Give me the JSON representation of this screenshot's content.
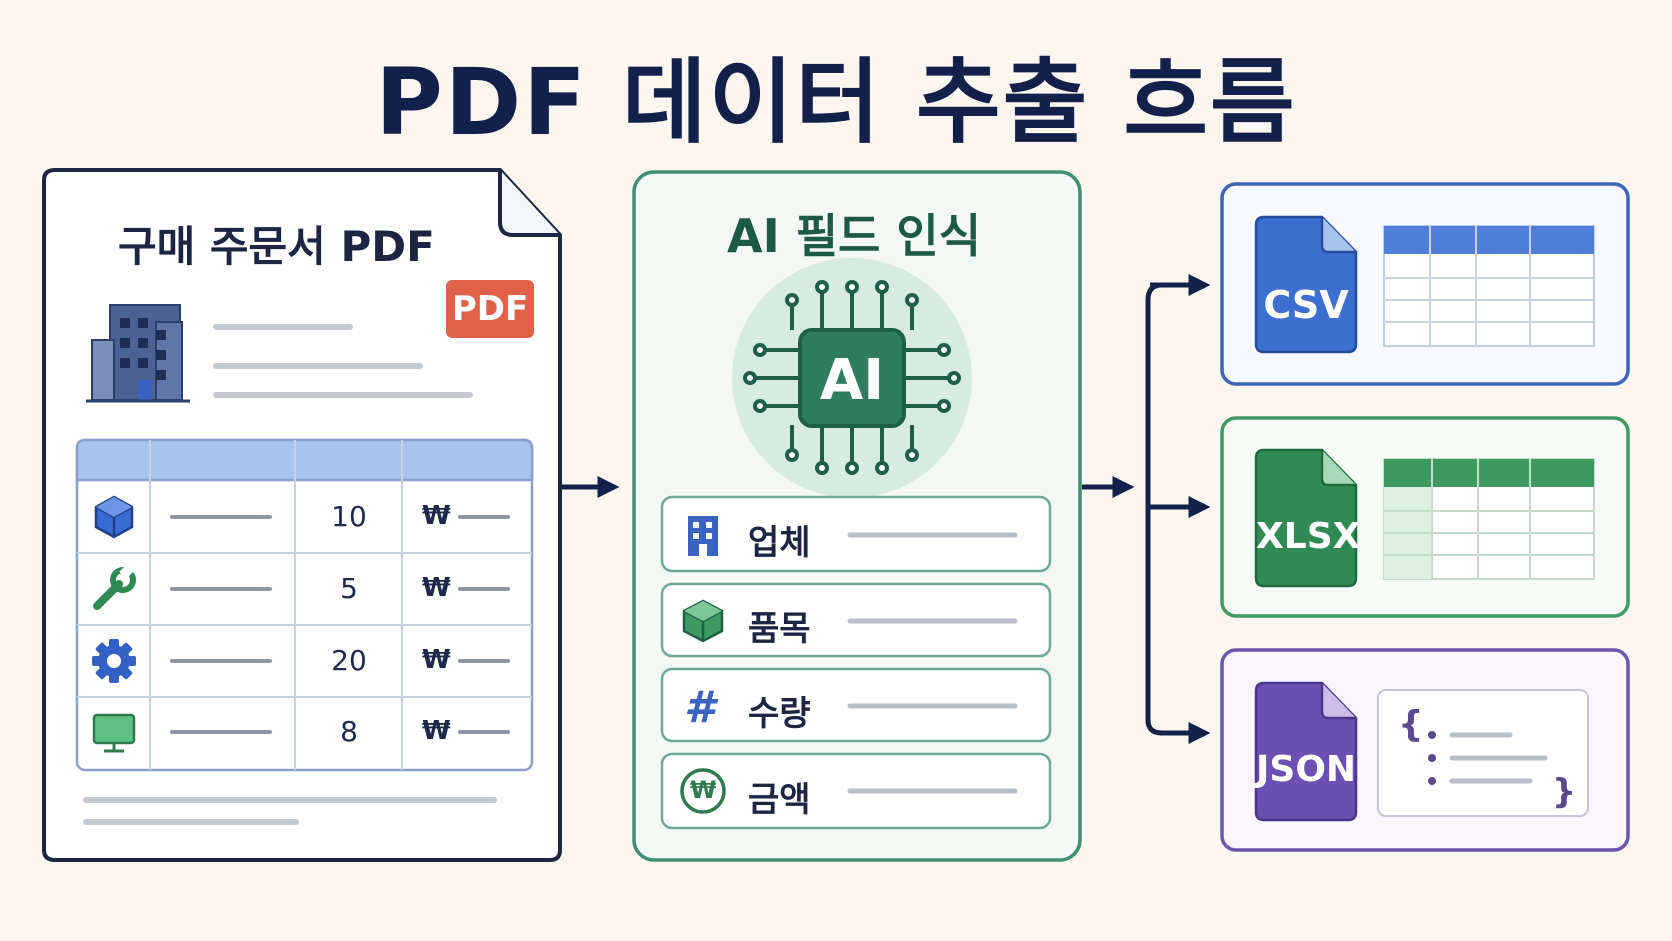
{
  "title": "PDF 데이터 추출 흐름",
  "document": {
    "title": "구매 주문서 PDF",
    "badge": "PDF",
    "rows": [
      {
        "icon": "cube-icon",
        "qty": "10",
        "currency": "₩"
      },
      {
        "icon": "wrench-icon",
        "qty": "5",
        "currency": "₩"
      },
      {
        "icon": "gear-icon",
        "qty": "20",
        "currency": "₩"
      },
      {
        "icon": "monitor-icon",
        "qty": "8",
        "currency": "₩"
      }
    ]
  },
  "ai": {
    "title": "AI 필드 인식",
    "chip_label": "AI",
    "fields": [
      {
        "icon": "building-icon",
        "label": "업체"
      },
      {
        "icon": "cube-icon",
        "label": "품목"
      },
      {
        "icon": "hash-icon",
        "label": "수량",
        "glyph": "#"
      },
      {
        "icon": "won-coin-icon",
        "label": "금액",
        "glyph": "₩"
      }
    ]
  },
  "outputs": [
    {
      "format": "CSV",
      "color": "#3d6fd1"
    },
    {
      "format": "XLSX",
      "color": "#2f8a55"
    },
    {
      "format": "JSON",
      "color": "#6b4fb3",
      "brace_open": "{",
      "brace_close": "}"
    }
  ],
  "colors": {
    "navy": "#13224a",
    "doc_border": "#1c2541",
    "ai_border": "#3f8e74",
    "csv_border": "#3d64b8",
    "xlsx_border": "#3f9a62",
    "json_border": "#6e52ad",
    "pdf_badge": "#e0614a"
  }
}
